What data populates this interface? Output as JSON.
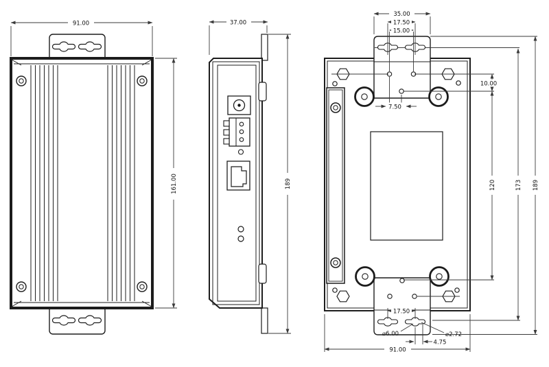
{
  "drawing": {
    "type": "mechanical-dimension-drawing",
    "units": "mm",
    "line_color": "#1c1c1c",
    "background": "#ffffff"
  },
  "views": {
    "front": {
      "label": "front-view",
      "width": "91.00",
      "height": "161.00"
    },
    "side": {
      "label": "side-view",
      "depth": "37.00",
      "height": "189"
    },
    "back": {
      "label": "back-view",
      "tab_width": "35.00",
      "slot_spacing": "17.50",
      "hole_spacing": "15.00",
      "vertical_offset": "10.00",
      "horizontal_offset": "7.50",
      "mount_hole_span": "120",
      "bracket_span": "173",
      "overall_height": "189",
      "slot_spacing_bottom": "17.50",
      "slot_diameter": "⌀6.00",
      "hole_diameter": "⌀2.72",
      "slot_arm": "4.75",
      "width": "91.00"
    }
  }
}
